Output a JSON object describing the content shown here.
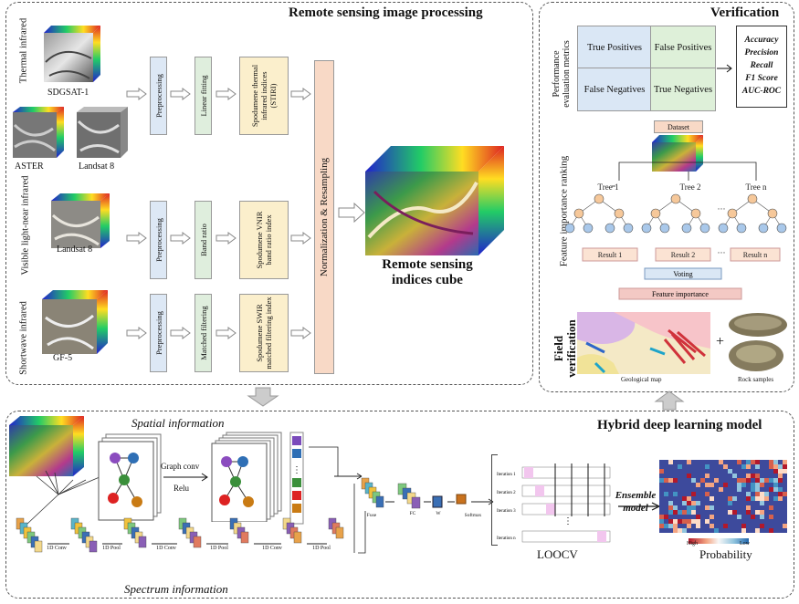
{
  "panels": {
    "rs_title": "Remote sensing image processing",
    "ver_title": "Verification",
    "hdl_title": "Hybrid deep learning model"
  },
  "rs": {
    "row_labels": [
      "Thermal infrared",
      "Visible light-near infrared",
      "Shortwave infrared"
    ],
    "sensors": [
      "SDGSAT-1",
      "ASTER",
      "Landsat 8",
      "Landsat 8",
      "GF-5"
    ],
    "preprocessing": "Preprocessing",
    "methods": [
      "Linear fitting",
      "Band ratio",
      "Matched filtering"
    ],
    "indices": [
      "Spodumene thermal infrared indices (STIRI)",
      "Spodumene VNIR band ratio index",
      "Spodumene SWIR matched filtering index"
    ],
    "normalization": "Normalization & Resampling",
    "cube_label": "Remote sensing indices cube"
  },
  "verification": {
    "metrics_label": "Performance evaluation metrics",
    "confusion": [
      "True Positives",
      "False Positives",
      "False Negatives",
      "True Negatives"
    ],
    "metrics": [
      "Accuracy",
      "Precision",
      "Recall",
      "F1 Score",
      "AUC-ROC"
    ],
    "fi_label": "Feature importance ranking",
    "dataset": "Dataset",
    "trees": [
      "Tree 1",
      "Tree 2",
      "Tree n"
    ],
    "ellipsis": "···",
    "results": [
      "Result 1",
      "Result 2",
      "Result n"
    ],
    "voting": "Voting",
    "feature_importance": "Feature importance",
    "field_label": "Field verification",
    "geo_map": "Geological map",
    "rock_samples": "Rock samples",
    "plus": "+"
  },
  "hdl": {
    "spatial": "Spatial information",
    "spectrum": "Spectrum information",
    "graph_conv": "Graph conv",
    "relu": "Relu",
    "conv_labels": [
      "1D Conv",
      "1D Pool",
      "1D Conv",
      "1D Pool",
      "1D Conv",
      "1D Pool"
    ],
    "fuse": "Fuse",
    "fc": "FC",
    "w": "W",
    "softmax": "Softmax",
    "loocv_rows": [
      "Iteration 1",
      "Iteration 2",
      "Iteration 3",
      "Iteration n"
    ],
    "loocv": "LOOCV",
    "ensemble": "Ensemble model",
    "probability": "Probability",
    "high": "High",
    "low": "Low",
    "vdots": "⋮"
  },
  "colors": {
    "preproc_fill": "#dde8f5",
    "method_fill": "#dfeedd",
    "index_fill": "#fbefcc",
    "norm_fill": "#f8d9c6",
    "cm_blue": "#dae7f5",
    "cm_green": "#def0d9",
    "node_orange": "#f6c89a",
    "node_blue": "#a9c8ea"
  }
}
